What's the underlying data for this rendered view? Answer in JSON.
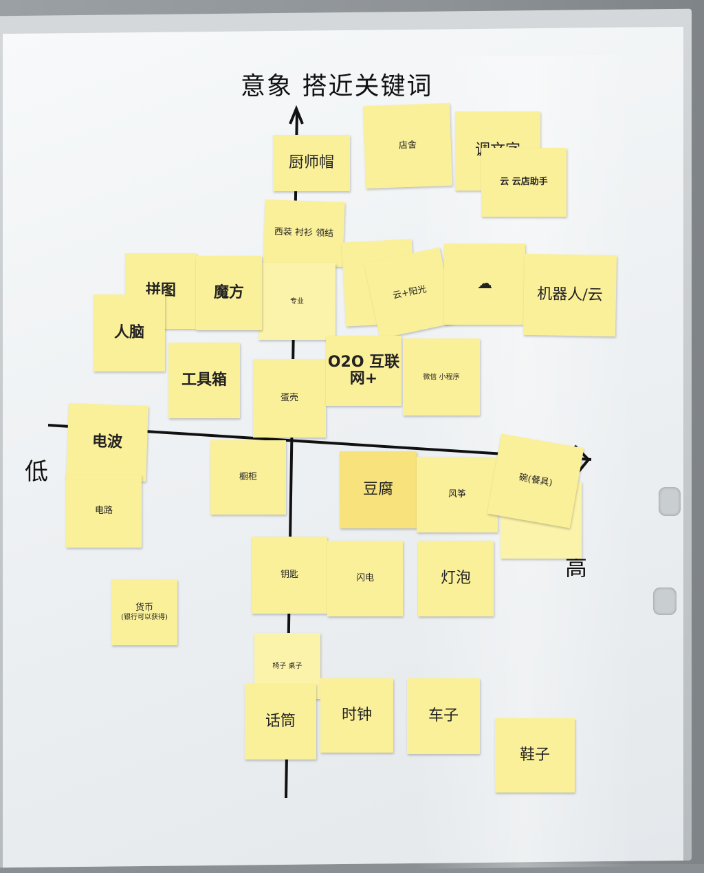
{
  "axis_title": "意象 搭近关键词",
  "axis_labels": {
    "left": "低",
    "right": "高"
  },
  "notes": {
    "chef_hat": "厨师帽",
    "shop_stack": "店舍",
    "adjust_text": "调文字",
    "cloud_shop": "云 云店助手",
    "western_suit": "西装 衬衫 领结",
    "pro_note": "专业",
    "puzzle": "拼图",
    "cube": "魔方",
    "cloud": "云",
    "cloud_sunlight": "云+阳光",
    "robot_cloud": "机器人/云",
    "human_brain": "人脑",
    "toolbox": "工具箱",
    "eggshell": "蛋壳",
    "o2o": "O2O 互联网+",
    "micro_note": "微信 小程序",
    "radio_wave": "电波",
    "circuit": "电路",
    "shelf": "橱柜",
    "tofu": "豆腐",
    "kite": "风筝",
    "bowl": "碗(餐具)",
    "key": "钥匙",
    "lightning": "闪电",
    "bulb": "灯泡",
    "currency": "货币",
    "bank_note": "(银行可以获得)",
    "table_chair": "椅子 桌子",
    "phone": "话筒",
    "clock": "时钟",
    "car": "车子",
    "shoes": "鞋子"
  }
}
